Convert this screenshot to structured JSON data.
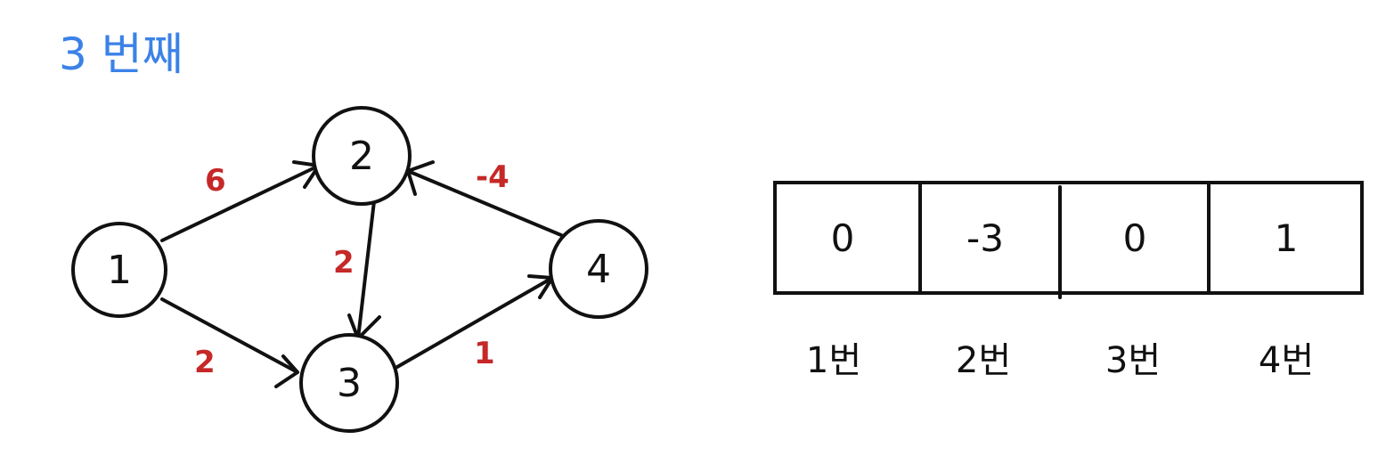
{
  "title": "3 번째",
  "colors": {
    "title": "#3b82e8",
    "weight": "#c62828",
    "ink": "#111111"
  },
  "graph": {
    "nodes": [
      {
        "id": "1",
        "label": "1"
      },
      {
        "id": "2",
        "label": "2"
      },
      {
        "id": "3",
        "label": "3"
      },
      {
        "id": "4",
        "label": "4"
      }
    ],
    "edges": [
      {
        "from": "1",
        "to": "2",
        "weight": "6"
      },
      {
        "from": "1",
        "to": "3",
        "weight": "2"
      },
      {
        "from": "2",
        "to": "3",
        "weight": "2"
      },
      {
        "from": "3",
        "to": "4",
        "weight": "1"
      },
      {
        "from": "4",
        "to": "2",
        "weight": "-4"
      }
    ]
  },
  "distance_table": {
    "cells": [
      {
        "value": "0",
        "label": "1번"
      },
      {
        "value": "-3",
        "label": "2번"
      },
      {
        "value": "0",
        "label": "3번"
      },
      {
        "value": "1",
        "label": "4번"
      }
    ]
  }
}
